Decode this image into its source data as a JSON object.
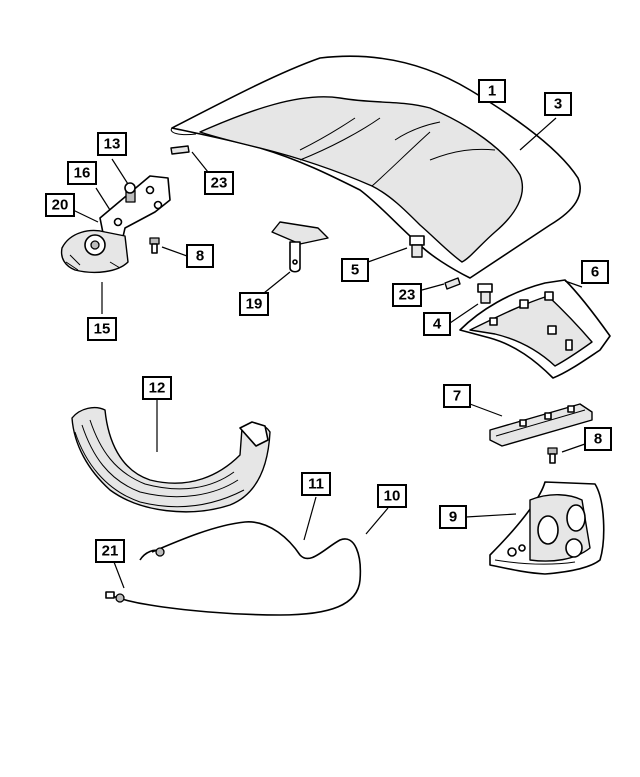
{
  "callouts": [
    {
      "id": "c1",
      "label": "1"
    },
    {
      "id": "c3",
      "label": "3"
    },
    {
      "id": "c13",
      "label": "13"
    },
    {
      "id": "c16",
      "label": "16"
    },
    {
      "id": "c20",
      "label": "20"
    },
    {
      "id": "c23a",
      "label": "23"
    },
    {
      "id": "c8a",
      "label": "8"
    },
    {
      "id": "c5",
      "label": "5"
    },
    {
      "id": "c6",
      "label": "6"
    },
    {
      "id": "c19",
      "label": "19"
    },
    {
      "id": "c15",
      "label": "15"
    },
    {
      "id": "c23b",
      "label": "23"
    },
    {
      "id": "c4",
      "label": "4"
    },
    {
      "id": "c12",
      "label": "12"
    },
    {
      "id": "c7",
      "label": "7"
    },
    {
      "id": "c8b",
      "label": "8"
    },
    {
      "id": "c11",
      "label": "11"
    },
    {
      "id": "c10",
      "label": "10"
    },
    {
      "id": "c9",
      "label": "9"
    },
    {
      "id": "c21",
      "label": "21"
    }
  ]
}
